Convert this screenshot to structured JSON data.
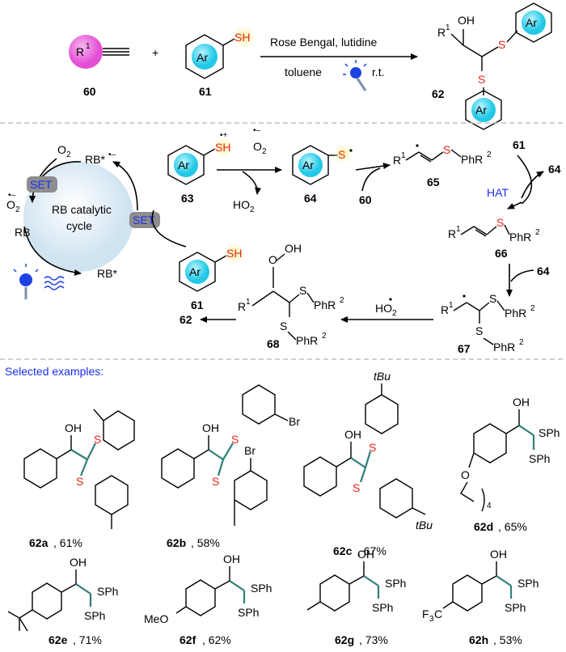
{
  "scheme": {
    "reagents_top": "Rose Bengal, lutidine",
    "reagents_bottom": "toluene",
    "rt": "r.t.",
    "plus": "+",
    "r1_alkyne": "R",
    "sup_1": "1",
    "ar": "Ar",
    "sh": "SH",
    "oh": "OH",
    "s": "S",
    "labels": {
      "c60": "60",
      "c61": "61",
      "c62": "62"
    }
  },
  "mechanism": {
    "o2": "O",
    "o2_sub": "2",
    "o2_minus_sup": "•–",
    "rb_star_minus": "RB*",
    "rb_star_minus_sup": "•–",
    "set": "SET",
    "rb": "RB",
    "rb_star": "RB*",
    "cycle_line1": "RB catalytic",
    "cycle_line2": "cycle",
    "radical_cation_sup": "•+",
    "ho2": "HO",
    "hat": "HAT",
    "phr2": "PhR",
    "sup_2": "2",
    "r1": "R",
    "ooh": "O",
    "oh_h": "OH",
    "labels": {
      "c63": "63",
      "c64": "64",
      "c60": "60",
      "c65": "65",
      "c61": "61",
      "c66": "66",
      "c68": "68",
      "c67": "67",
      "c62": "62"
    }
  },
  "examples": {
    "heading": "Selected examples:",
    "items": [
      {
        "id": "62a",
        "yield": ", 61%"
      },
      {
        "id": "62b",
        "yield": ", 58%"
      },
      {
        "id": "62c",
        "yield": ", 67%"
      },
      {
        "id": "62d",
        "yield": ", 65%"
      },
      {
        "id": "62e",
        "yield": ", 71%"
      },
      {
        "id": "62f",
        "yield": ", 62%"
      },
      {
        "id": "62g",
        "yield": ", 73%"
      },
      {
        "id": "62h",
        "yield": ", 53%"
      }
    ],
    "br": "Br",
    "tbu": "tBu",
    "sph": "SPh",
    "meo": "MeO",
    "f3c": "F",
    "f3c_sub": "3",
    "f3c_c": "C",
    "o": "O",
    "chain_sub": "4"
  },
  "colors": {
    "magenta": "#e44fd6",
    "cyan": "#2ed6ee",
    "yellow_glow": "#fbf3a4",
    "sulfur_red": "#e8261c",
    "set_box": "#8d8d8d",
    "cycle_fill": "#dfeef8",
    "heading_blue": "#1a2ff0",
    "lamp_blue": "#1f43e0"
  }
}
